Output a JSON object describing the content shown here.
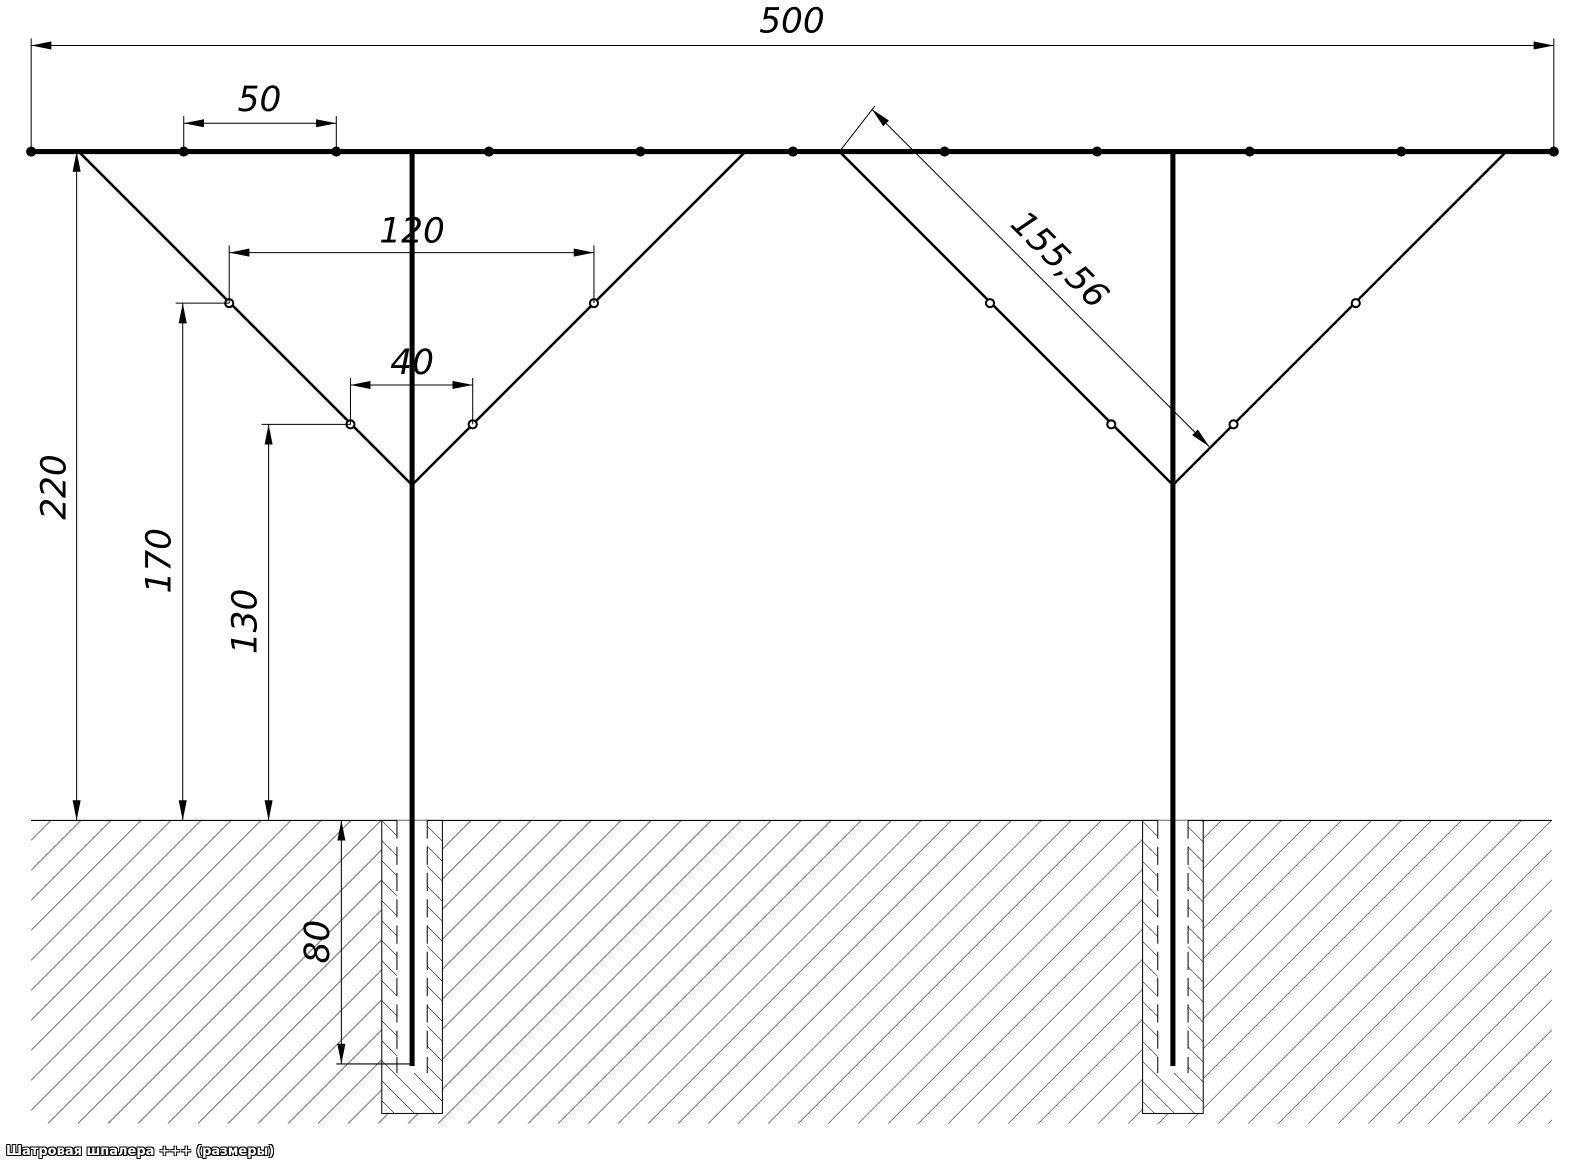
{
  "caption": "Шатровая шпалера +++ (размеры)",
  "dimensions": {
    "total_length": "500",
    "wire_spacing": "50",
    "upper_arm_span": "120",
    "lower_arm_span": "40",
    "top_height": "220",
    "upper_wire_height": "170",
    "lower_wire_height": "130",
    "burial_depth": "80",
    "arm_length": "155,56"
  },
  "colors": {
    "line": "#000000",
    "background": "#ffffff"
  }
}
